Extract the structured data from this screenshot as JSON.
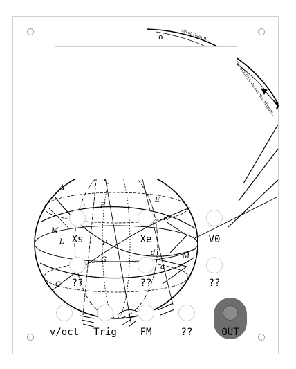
{
  "module": {
    "jack_labels": {
      "xs": "Xs",
      "xe": "Xe",
      "v0": "V0",
      "unk_1": "??",
      "unk_2": "??",
      "unk_3": "??",
      "voct": "v/oct",
      "trig": "Trig",
      "fm": "FM",
      "unk_4": "??",
      "out": "OUT"
    },
    "art_text": {
      "arc_letter": "o",
      "arc_caption_1": "…into the SECULA Vacous Sea Maggio…",
      "arc_caption_2": "cts of Tides W…"
    },
    "colors": {
      "panel_border": "#cfcfcf",
      "out_jack": "#6e6e6e",
      "ink": "#000000"
    }
  }
}
